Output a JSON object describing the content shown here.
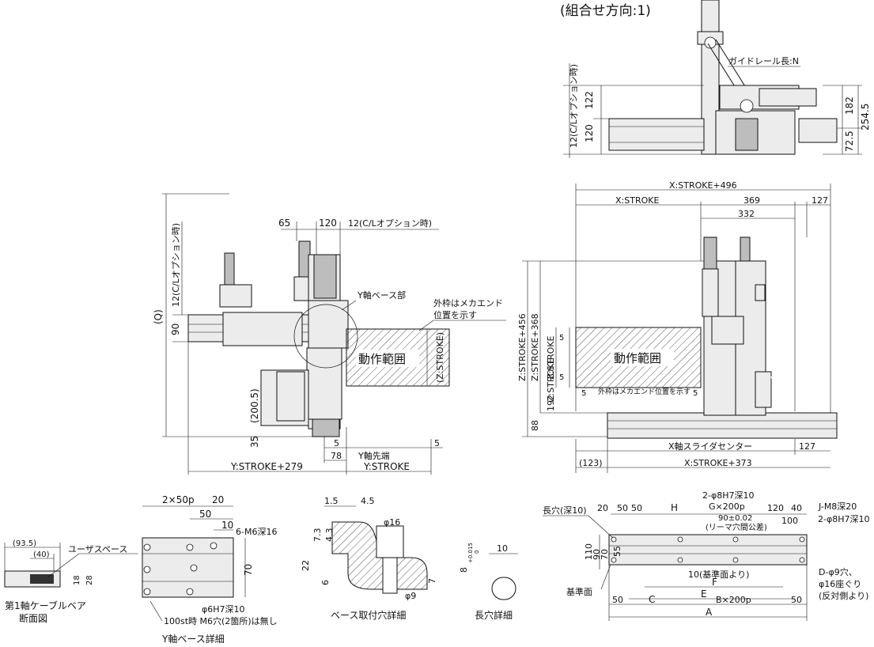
{
  "title_assembly_direction": "(組合せ方向:1)",
  "labels": {
    "guide_rail_length": "ガイドレール長:N",
    "cl_option_12_side": "12(C/Lオプション時)",
    "cl_option_12_front": "12(C/Lオプション時)",
    "cl_option_12_vert": "12(C/Lオプション時)",
    "y_axis_base": "Y軸ベース部",
    "outer_frame_note_1": "外枠はメカエンド",
    "outer_frame_note_2": "位置を示す",
    "motion_range_left": "動作範囲",
    "motion_range_right": "動作範囲",
    "z_stroke_bracket": "(Z:STROKE)",
    "y_tip": "Y軸先端",
    "x_slider_center": "X軸スライダセンター",
    "mech_end_note": "外枠はメカエンド位置を示す",
    "user_space": "ユーザスペース",
    "cable_bear_title_1": "第1軸ケーブルベア",
    "cable_bear_title_2": "断面図",
    "y_base_detail": "Y軸ベース詳細",
    "base_mount_detail": "ベース取付穴詳細",
    "slot_detail": "長穴詳細",
    "slot_depth": "長穴(深10)",
    "ref_surface": "基準面",
    "from_ref_surface": "10(基準面より)",
    "reamer_common": "(リーマ穴間公差)",
    "d_hole_note_1": "D-φ9穴、",
    "d_hole_note_2": "φ16座ぐり",
    "d_hole_note_3": "(反対側より)",
    "m6_16": "6-M6深16",
    "h7_10": "φ6H7深10",
    "st100_note": "100st時 M6穴(2箇所)は無し",
    "g_2_phi8_a": "2-φ8H7深10",
    "g_2_phi8_b": "2-φ8H7深10",
    "j_m8": "J-M8深20",
    "g_x_200p": "G×200p",
    "b_x_200p": "B×200p",
    "two_x_50p": "2×50p"
  },
  "dimensions": {
    "top_122": "122",
    "top_120": "120",
    "top_182": "182",
    "top_2545": "254.5",
    "top_725": "72.5",
    "front_65": "65",
    "front_120": "120",
    "front_q": "(Q)",
    "front_90": "90",
    "front_2005": "(200.5)",
    "front_35": "35",
    "front_5a": "5",
    "front_78": "78",
    "front_5b": "5",
    "front_y_stroke_279": "Y:STROKE+279",
    "front_y_stroke": "Y:STROKE",
    "side_x_stroke_496": "X:STROKE+496",
    "side_x_stroke": "X:STROKE",
    "side_369": "369",
    "side_127a": "127",
    "side_332": "332",
    "side_z_456": "Z:STROKE+456",
    "side_z_368": "Z:STROKE+368",
    "side_z_stroke": "Z:STROKE",
    "side_z_stroke2": "Z:STROKE",
    "side_5a": "5",
    "side_5b": "5",
    "side_5c": "5",
    "side_5d": "5",
    "side_192": "192",
    "side_88": "88",
    "side_127b": "127",
    "side_123": "(123)",
    "side_x_stroke_373": "X:STROKE+373",
    "cb_935": "(93.5)",
    "cb_40": "(40)",
    "cb_18": "18",
    "cb_28": "28",
    "yb_20": "20",
    "yb_50": "50",
    "yb_10": "10",
    "yb_70": "70",
    "bm_15": "1.5",
    "bm_45": "4.5",
    "bm_73": "7.3",
    "bm_43": "4.3",
    "bm_phi16": "φ16",
    "bm_22": "22",
    "bm_6": "6",
    "bm_phi9": "φ9",
    "bm_7": "7",
    "sd_10": "10",
    "sd_8": "8",
    "sd_tol": "+0.015",
    "sd_tol0": "0",
    "bt_20": "20",
    "bt_50a": "50",
    "bt_50b": "50",
    "bt_h": "H",
    "bt_120": "120",
    "bt_40": "40",
    "bt_9002": "90±0.02",
    "bt_100": "100",
    "bt_110": "110",
    "bt_90": "90",
    "bt_70": "70",
    "bt_55": "55",
    "bt_f": "F",
    "bt_e": "E",
    "bt_50c": "50",
    "bt_c": "C",
    "bt_50d": "50",
    "bt_a": "A"
  }
}
